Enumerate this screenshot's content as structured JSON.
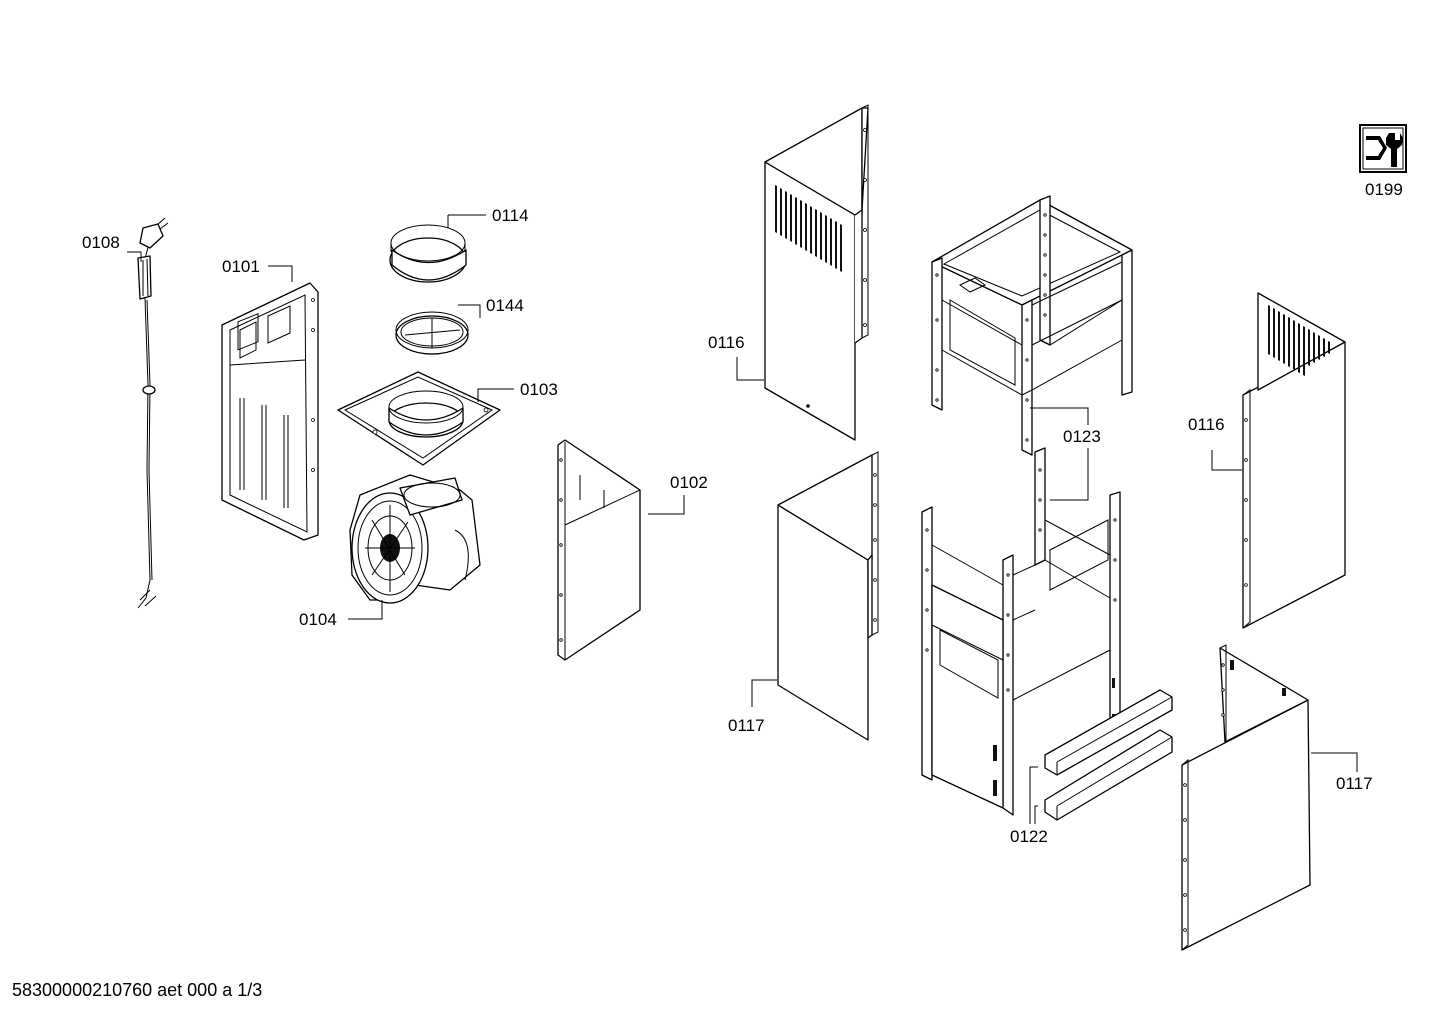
{
  "labels": {
    "p0108": "0108",
    "p0101": "0101",
    "p0114": "0114",
    "p0144": "0144",
    "p0103": "0103",
    "p0102": "0102",
    "p0104": "0104",
    "p0116_left": "0116",
    "p0117_left": "0117",
    "p0123": "0123",
    "p0116_right": "0116",
    "p0117_right": "0117",
    "p0122": "0122",
    "p0199": "0199"
  },
  "footer": {
    "document_code": "58300000210760 aet 000 a 1/3"
  },
  "icons": {
    "service_tool": "wrench-nut-icon"
  }
}
